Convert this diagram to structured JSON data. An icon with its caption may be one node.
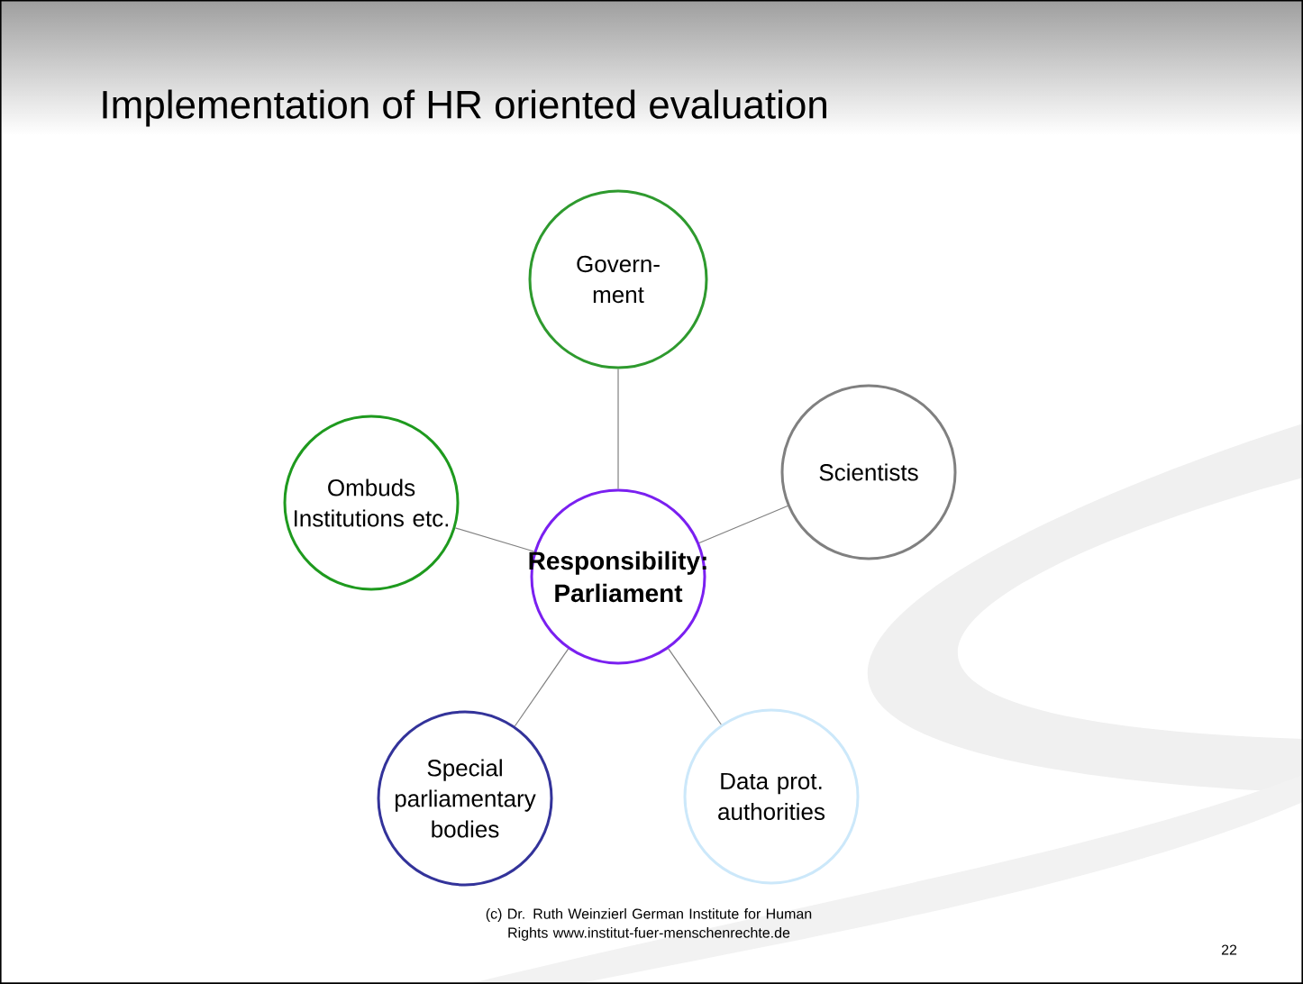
{
  "diagram": {
    "title": "Implementation of HR oriented evaluation",
    "nodes": [
      {
        "text": [
          "Govern- ment"
        ]
      },
      {
        "text": [
          "Ombuds Institutions etc."
        ]
      },
      {
        "text": [
          "Scientists"
        ]
      },
      {
        "text": [
          "Responsibility: Parliament"
        ]
      },
      {
        "text": [
          "Special parliamentary bodies"
        ]
      },
      {
        "text": [
          "Data prot. authorities"
        ]
      }
    ],
    "edges": [
      {
        "from": 3,
        "to": 0,
        "arrow": "none"
      },
      {
        "from": 3,
        "to": 1,
        "arrow": "none"
      },
      {
        "from": 3,
        "to": 2,
        "arrow": "none"
      },
      {
        "from": 3,
        "to": 4,
        "arrow": "none"
      },
      {
        "from": 3,
        "to": 5,
        "arrow": "none"
      }
    ],
    "labels": [
      "(c) Dr. Ruth Weinzierl German Institute for Human Rights www.institut-fuer-menschenrechte.de",
      "22"
    ]
  }
}
